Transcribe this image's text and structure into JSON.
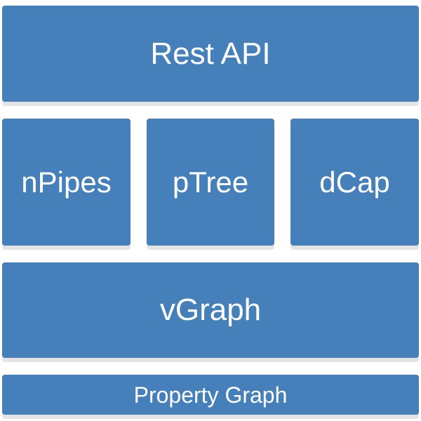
{
  "diagram": {
    "layers": {
      "top": "Rest API",
      "modules": [
        "nPipes",
        "pTree",
        "dCap"
      ],
      "middle": "vGraph",
      "bottom": "Property Graph"
    }
  },
  "colors": {
    "block_fill": "#4580bb",
    "block_shadow": "#e4e4e4",
    "label_text": "#ffffff",
    "background": "#ffffff"
  }
}
